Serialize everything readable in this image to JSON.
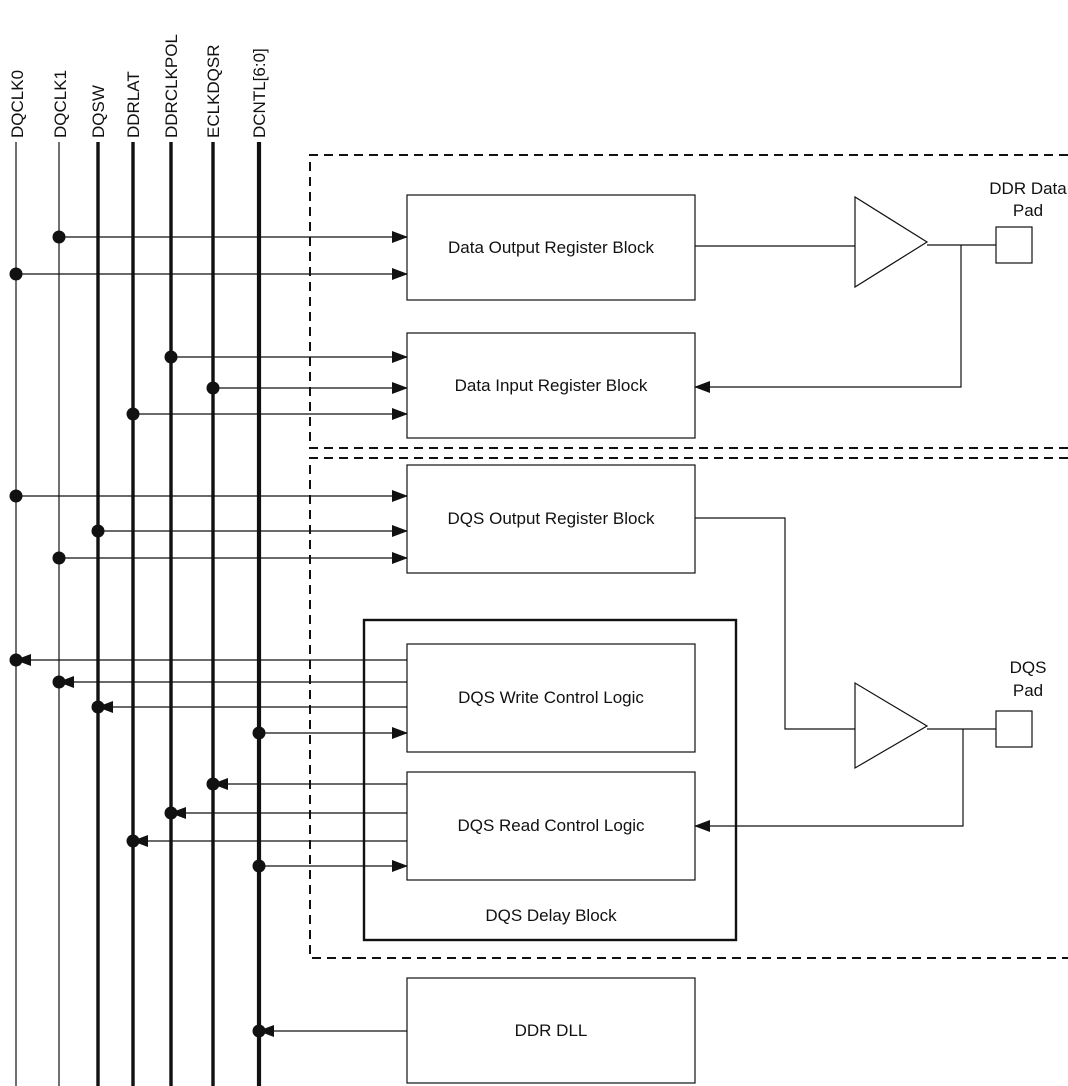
{
  "signals": [
    {
      "id": "dqclk0",
      "label": "DQCLK0"
    },
    {
      "id": "dqclk1",
      "label": "DQCLK1"
    },
    {
      "id": "dqsw",
      "label": "DQSW"
    },
    {
      "id": "ddrlat",
      "label": "DDRLAT"
    },
    {
      "id": "ddrclkpol",
      "label": "DDRCLKPOL"
    },
    {
      "id": "eclkdqsr",
      "label": "ECLKDQSR"
    },
    {
      "id": "dcntl",
      "label": "DCNTL[6:0]"
    }
  ],
  "blocks": {
    "data_output": "Data Output Register Block",
    "data_input": "Data Input Register Block",
    "dqs_output": "DQS Output Register Block",
    "dqs_write": "DQS Write Control Logic",
    "dqs_read": "DQS Read Control Logic",
    "dqs_delay": "DQS Delay Block",
    "ddr_dll": "DDR DLL"
  },
  "pads": {
    "data_pad_line1": "DDR Data",
    "data_pad_line2": "Pad",
    "dqs_pad_line1": "DQS",
    "dqs_pad_line2": "Pad"
  }
}
